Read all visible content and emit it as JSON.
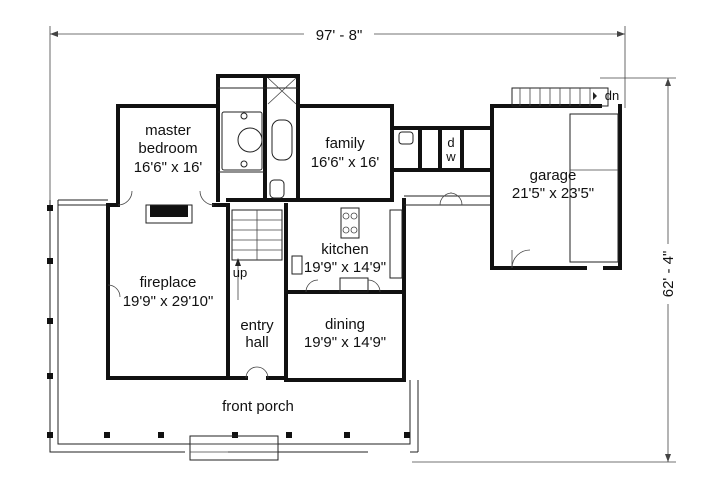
{
  "dimensions": {
    "overall_width": "97' - 8\"",
    "overall_depth": "62' - 4\""
  },
  "rooms": {
    "master_bedroom": {
      "name_line1": "master",
      "name_line2": "bedroom",
      "size": "16'6\" x 16'"
    },
    "family": {
      "name": "family",
      "size": "16'6\" x 16'"
    },
    "garage": {
      "name": "garage",
      "size": "21'5\" x 23'5\""
    },
    "kitchen": {
      "name": "kitchen",
      "size": "19'9\" x 14'9\""
    },
    "fireplace": {
      "name": "fireplace",
      "size": "19'9\" x 29'10\""
    },
    "dining": {
      "name": "dining",
      "size": "19'9\" x 14'9\""
    },
    "entry_hall": {
      "name_line1": "entry",
      "name_line2": "hall"
    },
    "front_porch": {
      "name": "front porch"
    }
  },
  "annotations": {
    "stair_up": "up",
    "stair_down": "dn",
    "dryer": "d",
    "washer": "w"
  }
}
